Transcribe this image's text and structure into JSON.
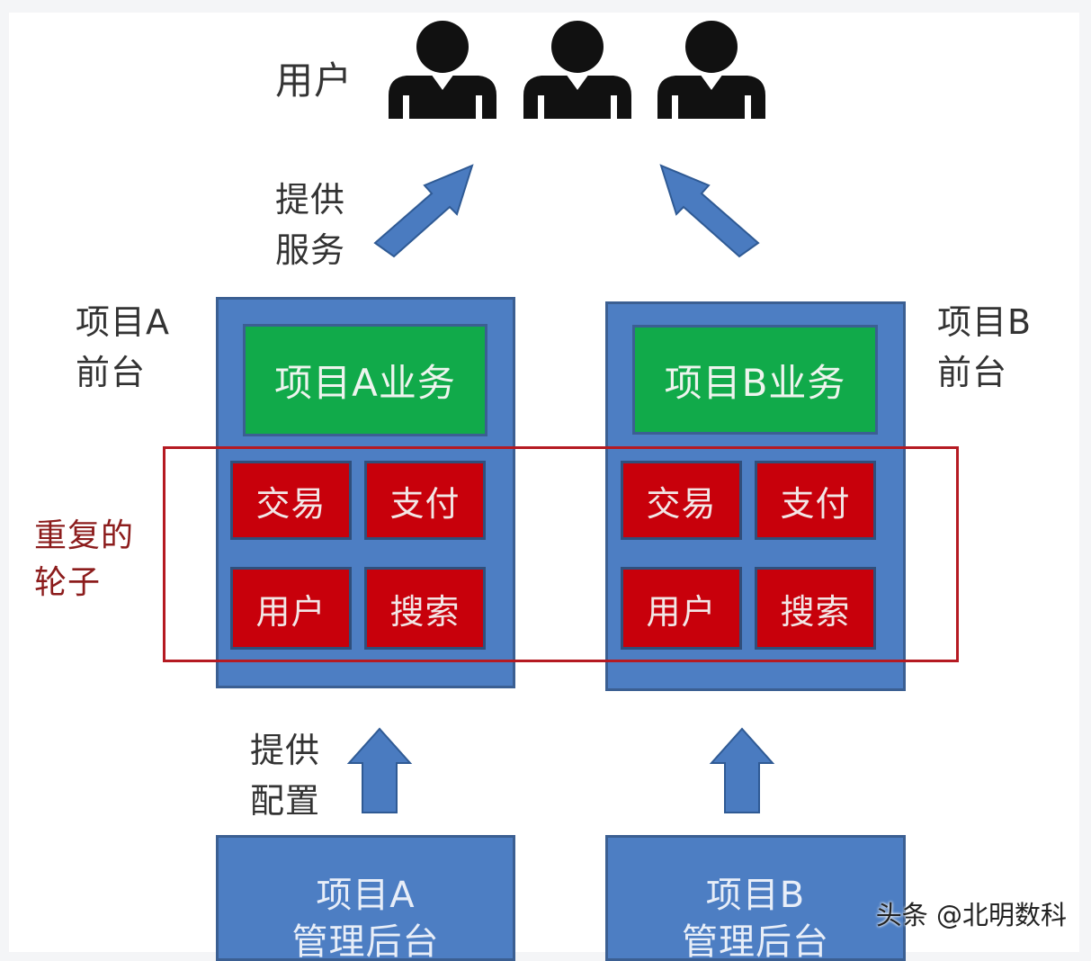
{
  "users": {
    "label": "用户",
    "icon": "user-icon",
    "count": 3
  },
  "labels": {
    "provide_service": [
      "提供",
      "服务"
    ],
    "provide_config": [
      "提供",
      "配置"
    ],
    "duplicate_wheels": [
      "重复的",
      "轮子"
    ]
  },
  "project_a": {
    "frontend_label": [
      "项目A",
      "前台"
    ],
    "business": "项目A业务",
    "modules": [
      "交易",
      "支付",
      "用户",
      "搜索"
    ],
    "admin": [
      "项目A",
      "管理后台"
    ]
  },
  "project_b": {
    "frontend_label": [
      "项目B",
      "前台"
    ],
    "business": "项目B业务",
    "modules": [
      "交易",
      "支付",
      "用户",
      "搜索"
    ],
    "admin": [
      "项目B",
      "管理后台"
    ]
  },
  "watermark": "头条 @北明数科",
  "colors": {
    "project_blue": "#4d7ec3",
    "business_green": "#11aa4a",
    "module_red": "#c8000b",
    "outline_red": "#b51a22",
    "arrow_blue": "#4a7bc0"
  }
}
